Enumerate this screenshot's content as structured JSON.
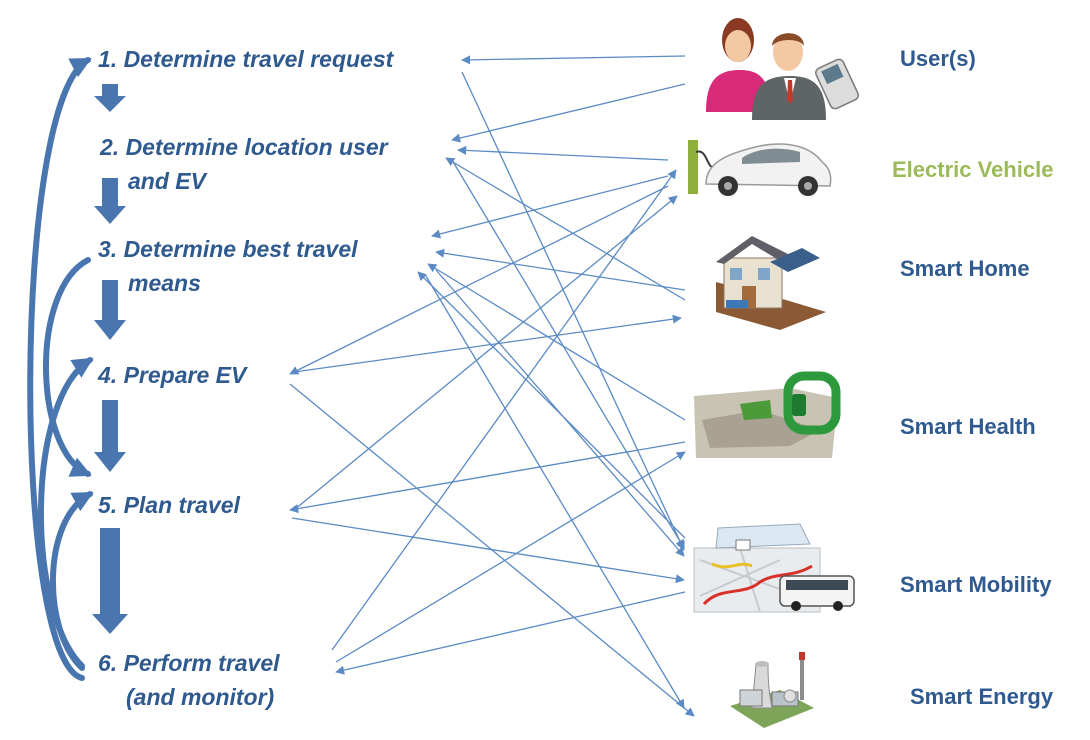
{
  "steps": [
    {
      "lines": [
        "1. Determine travel request"
      ]
    },
    {
      "lines": [
        "2. Determine location user",
        "and EV"
      ]
    },
    {
      "lines": [
        "3. Determine best travel",
        "means"
      ]
    },
    {
      "lines": [
        "4. Prepare EV"
      ]
    },
    {
      "lines": [
        "5. Plan travel"
      ]
    },
    {
      "lines": [
        "6. Perform travel",
        "(and monitor)"
      ]
    }
  ],
  "actors": [
    {
      "label": "User(s)",
      "color": "#2f5a8f",
      "icon": "users-icon"
    },
    {
      "label": "Electric Vehicle",
      "color": "#9bbb59",
      "icon": "electric-vehicle-icon"
    },
    {
      "label": "Smart Home",
      "color": "#2f5a8f",
      "icon": "smart-home-icon"
    },
    {
      "label": "Smart Health",
      "color": "#2f5a8f",
      "icon": "smart-health-icon"
    },
    {
      "label": "Smart Mobility",
      "color": "#2f5a8f",
      "icon": "smart-mobility-icon"
    },
    {
      "label": "Smart Energy",
      "color": "#2f5a8f",
      "icon": "smart-energy-icon"
    }
  ],
  "colors": {
    "flow": "#4a76b0",
    "connector": "#5b8ac4",
    "text": "#2f5a8f",
    "ev": "#9bbb59"
  }
}
